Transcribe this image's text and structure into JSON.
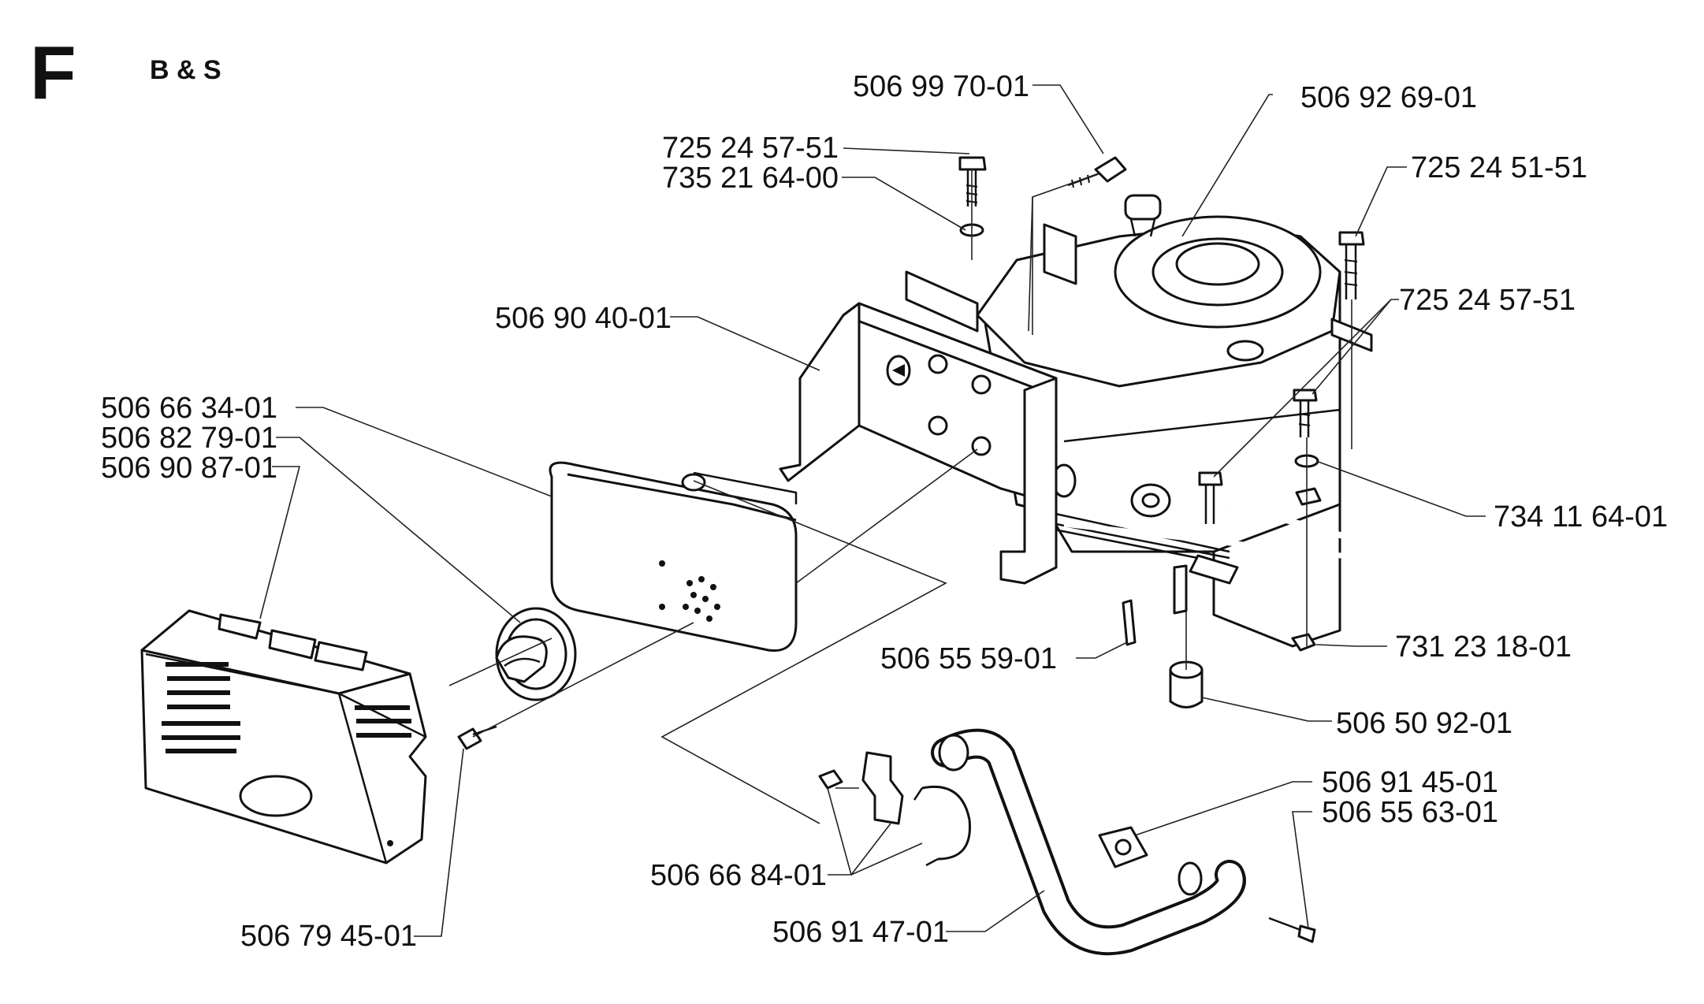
{
  "header": {
    "section": "F",
    "subtitle": "B & S"
  },
  "parts": {
    "p_506997001": "506 99 70-01",
    "p_506926901": "506 92 69-01",
    "p_725245751_top": "725 24 57-51",
    "p_735216400": "735 21 64-00",
    "p_725245151": "725 24 51-51",
    "p_725245751_right": "725 24 57-51",
    "p_506904001": "506 90 40-01",
    "p_506663401": "506 66 34-01",
    "p_506827901": "506 82 79-01",
    "p_506908701": "506 90 87-01",
    "p_734116401": "734 11 64-01",
    "p_506555901": "506 55 59-01",
    "p_731231801": "731 23 18-01",
    "p_506509201": "506 50 92-01",
    "p_506914501": "506 91 45-01",
    "p_506556301": "506 55 63-01",
    "p_506668401": "506 66 84-01",
    "p_506914701": "506 91 47-01",
    "p_506794501": "506 79 45-01"
  }
}
